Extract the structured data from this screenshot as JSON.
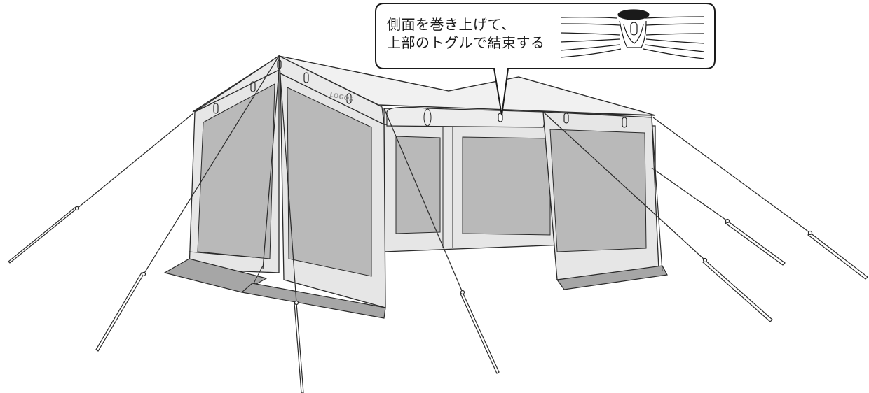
{
  "callout": {
    "line1": "側面を巻き上げて、",
    "line2": "上部のトグルで結束する"
  },
  "logo": {
    "text": "LOGOS"
  },
  "colors": {
    "stroke": "#2a2a2a",
    "canopy": "#f1f1f1",
    "frame": "#e6e6e6",
    "mesh": "#b9b9b9",
    "skirt": "#a6a6a6",
    "toggle": "#1a1a1a"
  }
}
